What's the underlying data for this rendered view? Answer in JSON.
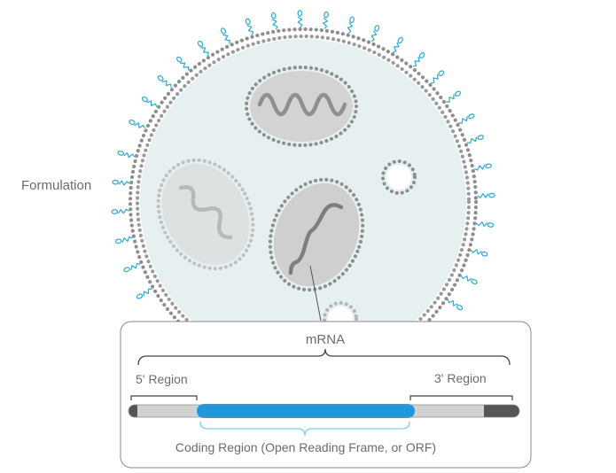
{
  "labels": {
    "formulation": "Formulation",
    "mrna": "mRNA",
    "five_prime": "5' Region",
    "three_prime": "3' Region",
    "coding": "Coding Region (Open Reading Frame, or ORF)"
  },
  "colors": {
    "particle_fill": "#e6f0f1",
    "membrane_dots": "#8e8e8e",
    "surface_ligand": "#2aa8d6",
    "vesicle_fill": "#d3d3d3",
    "coding_region": "#1e98dc",
    "untranslated_region": "#d2d2d2",
    "end_cap": "#555555",
    "bracket": "#444444",
    "coding_bracket": "#7fcde9",
    "label_text": "#6b6b6b",
    "box_border": "#8a8a8a"
  },
  "icons": {
    "surface_ligands": "ligand-icon"
  }
}
